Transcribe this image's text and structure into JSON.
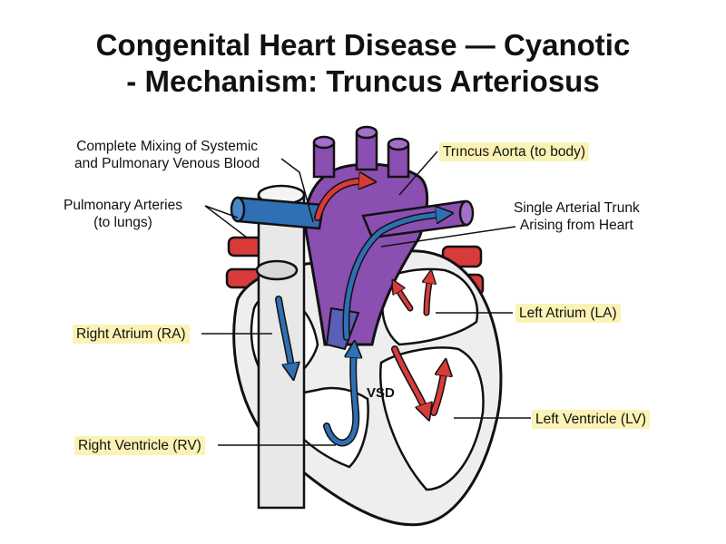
{
  "title": {
    "line1": "Congenital Heart Disease — Cyanotic",
    "line2": "- Mechanism: Truncus Arteriosus"
  },
  "labels": {
    "mixing_line1": "Complete Mixing of Systemic",
    "mixing_line2": "and Pulmonary Venous Blood",
    "truncus_aorta": "Trıncus Aorta (to body)",
    "pulmonary_line1": "Pulmonary Arteries",
    "pulmonary_line2": "(to lungs)",
    "single_trunk_line1": "Single Arterial Trunk",
    "single_trunk_line2": "Arising from Heart",
    "right_atrium": "Right Atrium (RA)",
    "left_atrium": "Left Atrium (LA)",
    "vsd": "VSD",
    "left_ventricle": "Left Ventricle (LV)",
    "right_ventricle": "Right Ventricle (RV)"
  },
  "colors": {
    "trunk_purple": "#8a4fb0",
    "deoxygenated_blue": "#2f6fb3",
    "oxygenated_red": "#d93a3a",
    "highlight": "#fbf3b6",
    "outline": "#111111"
  },
  "icons": [
    "heart-diagram",
    "blood-flow-arrow"
  ]
}
